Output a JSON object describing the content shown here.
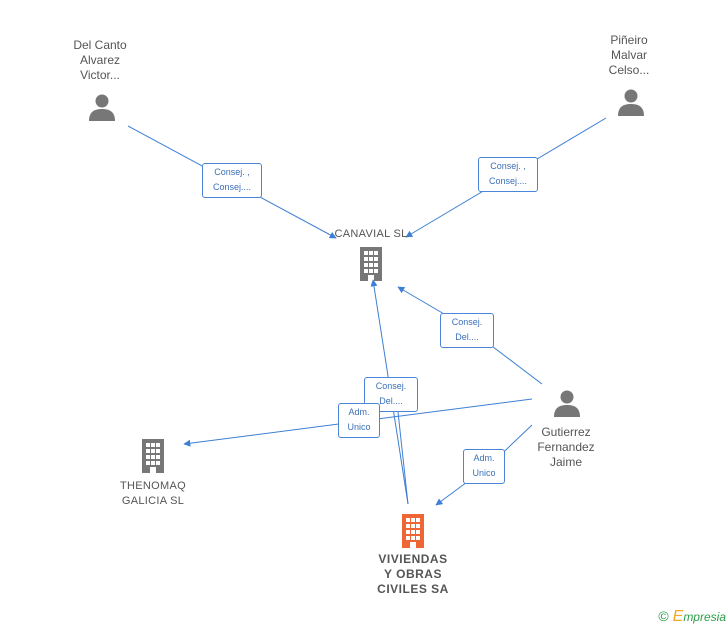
{
  "colors": {
    "edge": "#3d7fd4",
    "person_icon": "#777777",
    "company_icon": "#777777",
    "main_company_icon": "#ee6633"
  },
  "nodes": {
    "del_canto": {
      "label": "Del Canto\nAlvarez\nVictor...",
      "icon": "person-icon"
    },
    "pineiro": {
      "label": "Piñeiro\nMalvar\nCelso...",
      "icon": "person-icon"
    },
    "canavial": {
      "label": "CANAVIAL SL",
      "icon": "building-icon"
    },
    "gutierrez": {
      "label": "Gutierrez\nFernandez\nJaime",
      "icon": "person-icon"
    },
    "thenomaq": {
      "label": "THENOMAQ\nGALICIA SL",
      "icon": "building-icon"
    },
    "viviendas": {
      "label": "VIVIENDAS\nY OBRAS\nCIVILES SA",
      "icon": "building-icon"
    }
  },
  "edges": {
    "e1": {
      "label": "Consej. ,\nConsej...."
    },
    "e2": {
      "label": "Consej. ,\nConsej...."
    },
    "e3": {
      "label": "Consej.\nDel...."
    },
    "e4": {
      "label": "Consej.\nDel...."
    },
    "e5": {
      "label": "Adm.\nUnico"
    },
    "e6": {
      "label": "Adm.\nUnico"
    }
  },
  "footer": {
    "copyright": "©",
    "brand_initial": "E",
    "brand_rest": "mpresia"
  }
}
